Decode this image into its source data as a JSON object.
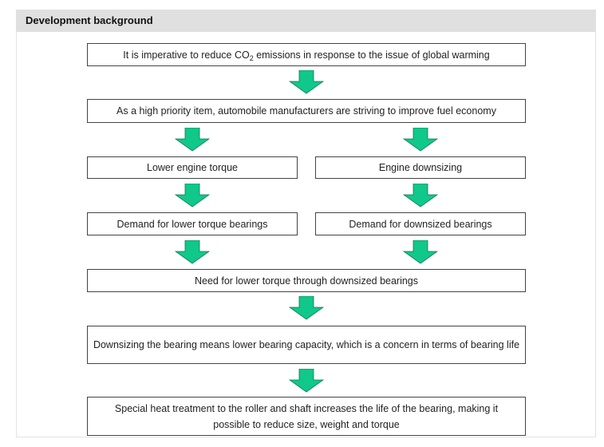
{
  "header": {
    "title": "Development background"
  },
  "diagram": {
    "boxes": {
      "global_warming": {
        "text_before": "It is imperative to reduce CO",
        "subscript": "2",
        "text_after": " emissions in response to the issue of global warming"
      },
      "fuel_economy": "As a high priority item, automobile manufacturers are striving to improve fuel economy",
      "lower_engine_torque": "Lower engine torque",
      "engine_downsizing": "Engine downsizing",
      "demand_lower_torque": "Demand for lower torque bearings",
      "demand_downsized": "Demand for downsized bearings",
      "need_lower_torque": "Need for lower torque through downsized bearings",
      "capacity_concern": "Downsizing the bearing means lower bearing capacity, which is a concern in terms of bearing life",
      "heat_treatment": "Special heat treatment to the roller and shaft increases the life of the bearing, making it possible to reduce size, weight and torque"
    },
    "colors": {
      "arrow_fill": "#10c88a",
      "arrow_stroke": "#0a7a55",
      "box_border": "#444444",
      "header_bg": "#e0e0e0"
    }
  }
}
